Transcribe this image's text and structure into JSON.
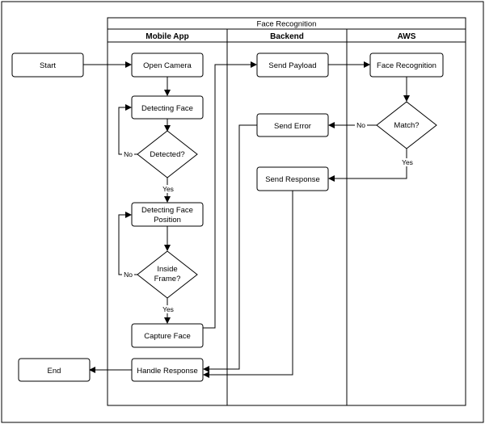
{
  "pool": {
    "title": "Face Recognition"
  },
  "lanes": {
    "mobile": "Mobile App",
    "backend": "Backend",
    "aws": "AWS"
  },
  "nodes": {
    "start": "Start",
    "end": "End",
    "open_camera": "Open Camera",
    "detecting_face": "Detecting Face",
    "detected": "Detected?",
    "detecting_position_l1": "Detecting Face",
    "detecting_position_l2": "Position",
    "inside_frame_l1": "Inside",
    "inside_frame_l2": "Frame?",
    "capture_face": "Capture Face",
    "handle_response": "Handle Response",
    "send_payload": "Send Payload",
    "send_error": "Send Error",
    "send_response": "Send Response",
    "face_recognition": "Face Recognition",
    "match": "Match?"
  },
  "edge_labels": {
    "detected_no": "No",
    "detected_yes": "Yes",
    "inside_no": "No",
    "inside_yes": "Yes",
    "match_no": "No",
    "match_yes": "Yes"
  }
}
